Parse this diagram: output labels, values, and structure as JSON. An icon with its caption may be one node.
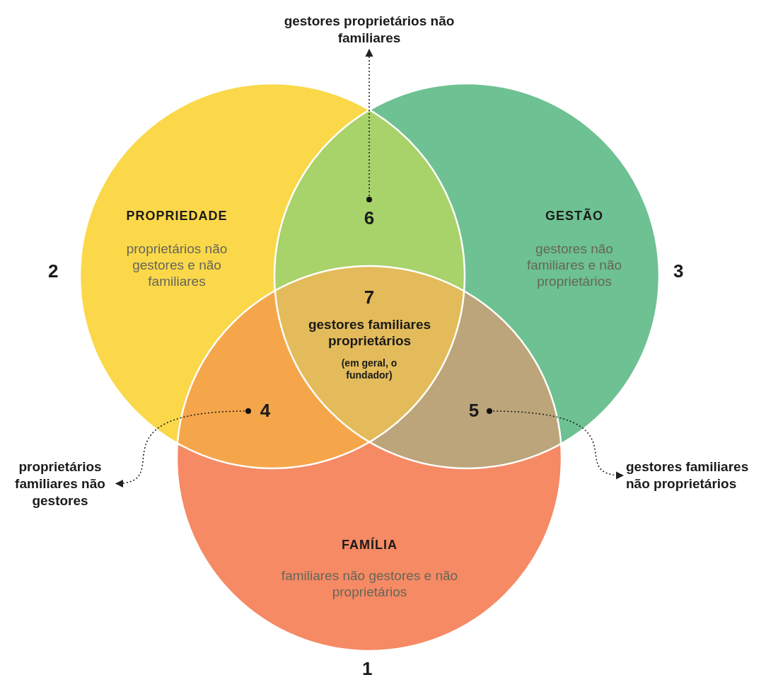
{
  "diagram": {
    "nodes": [
      {
        "text": [
          "PROPRIEDADE",
          "proprietários não gestores e não familiares"
        ],
        "beside": [
          "2"
        ]
      },
      {
        "text": [
          "GESTÃO",
          "gestores não familiares e não proprietários"
        ],
        "beside": [
          "3"
        ]
      },
      {
        "text": [
          "FAMÍLIA",
          "familiares não gestores e não proprietários"
        ],
        "beside": [
          "1"
        ]
      },
      {
        "text": [
          "6"
        ]
      },
      {
        "text": [
          "7",
          "gestores familiares proprietários",
          "(em geral, o fundador)"
        ]
      },
      {
        "text": [
          "4"
        ]
      },
      {
        "text": [
          "5"
        ]
      },
      {
        "text": [
          "gestores proprietários não familiares"
        ]
      },
      {
        "text": [
          "proprietários familiares não gestores"
        ]
      },
      {
        "text": [
          "gestores familiares não proprietários"
        ]
      }
    ],
    "edges": [
      {
        "from": 3,
        "to": 7,
        "arrow": "to"
      },
      {
        "from": 5,
        "to": 8,
        "arrow": "to"
      },
      {
        "from": 6,
        "to": 9,
        "arrow": "to"
      }
    ]
  }
}
